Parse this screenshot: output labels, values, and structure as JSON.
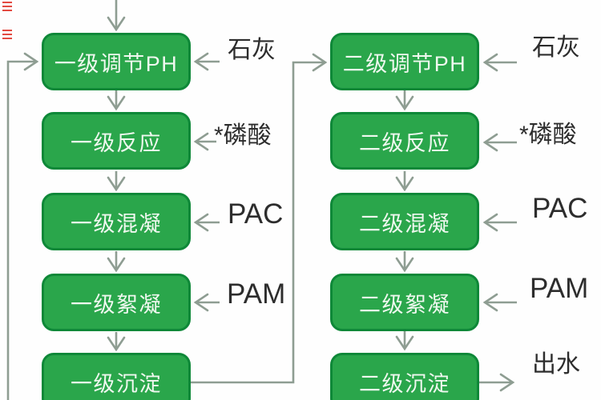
{
  "colors": {
    "background": "#fefefe",
    "box_fill": "#2AA64B",
    "box_border": "#0E8838",
    "box_text": "#EFF8EF",
    "label_text": "#2D2D2D",
    "line_color": "#8E9D92",
    "watermark_red": "#E0362C"
  },
  "stage1": {
    "boxes": [
      {
        "label": "一级调节PH"
      },
      {
        "label": "一级反应"
      },
      {
        "label": "一级混凝"
      },
      {
        "label": "一级絮凝"
      },
      {
        "label": "一级沉淀"
      }
    ]
  },
  "stage2": {
    "boxes": [
      {
        "label": "二级调节PH"
      },
      {
        "label": "二级反应"
      },
      {
        "label": "二级混凝"
      },
      {
        "label": "二级絮凝"
      },
      {
        "label": "二级沉淀"
      }
    ]
  },
  "reagents_left": [
    {
      "text": "石灰"
    },
    {
      "text": "*磷酸"
    },
    {
      "text": "PAC"
    },
    {
      "text": "PAM"
    }
  ],
  "reagents_right": [
    {
      "text": "石灰"
    },
    {
      "text": "*磷酸"
    },
    {
      "text": "PAC"
    },
    {
      "text": "PAM"
    }
  ],
  "outflow": {
    "text": "出水"
  }
}
